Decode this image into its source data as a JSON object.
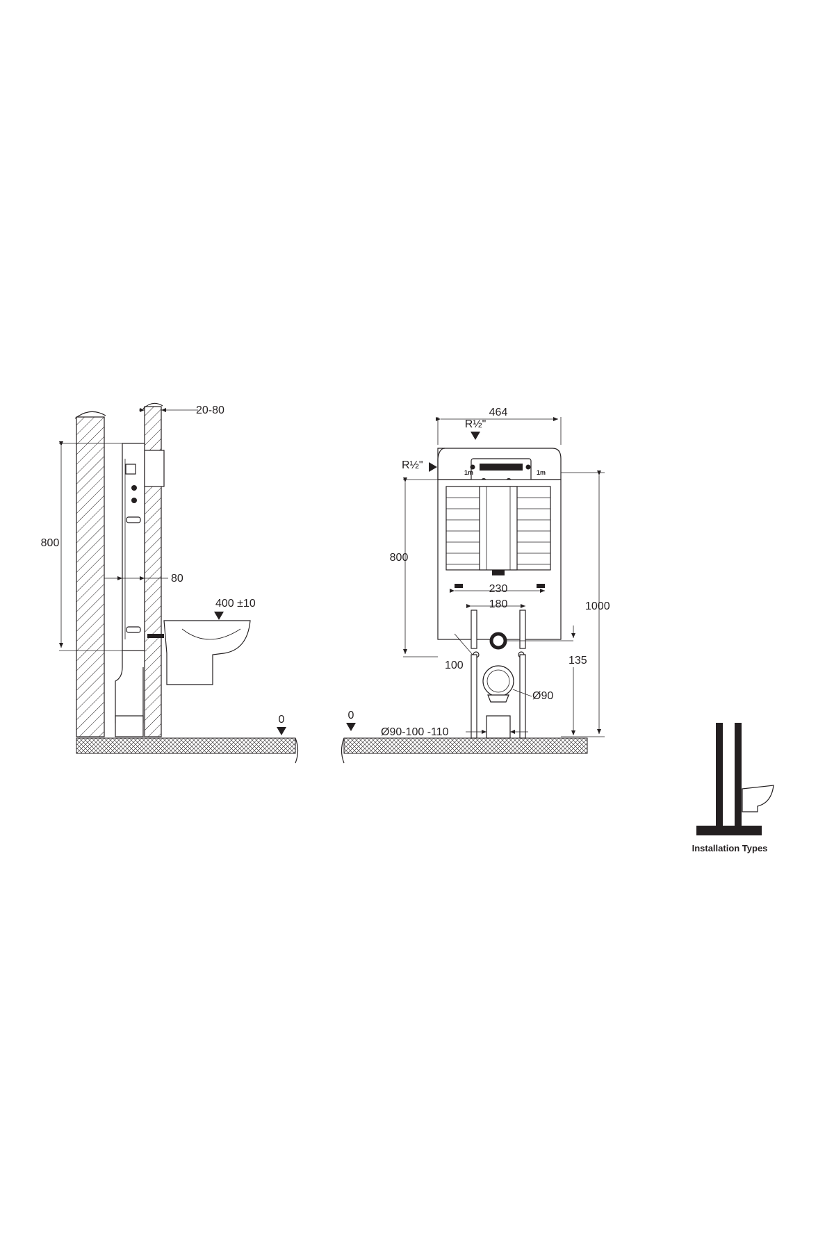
{
  "side_view": {
    "labels": {
      "wall_thickness": "20-80",
      "frame_height": "800",
      "frame_depth": "80",
      "bowl_height": "400 ±10",
      "floor_level": "0"
    }
  },
  "front_view": {
    "labels": {
      "frame_width": "464",
      "top_inlet": "R½\"",
      "side_inlet": "R½\"",
      "frame_height": "800",
      "total_height": "1000",
      "bolt_spacing_outer": "230",
      "bolt_spacing_inner": "180",
      "drain_offset": "100",
      "drain_height": "135",
      "drain_diameter": "Ø90",
      "floor_level": "0",
      "outlet_diameters": "Ø90-100 -110",
      "tank_marking_left": "1m",
      "tank_marking_right": "1m"
    }
  },
  "installation_types": {
    "caption": "Installation Types"
  }
}
